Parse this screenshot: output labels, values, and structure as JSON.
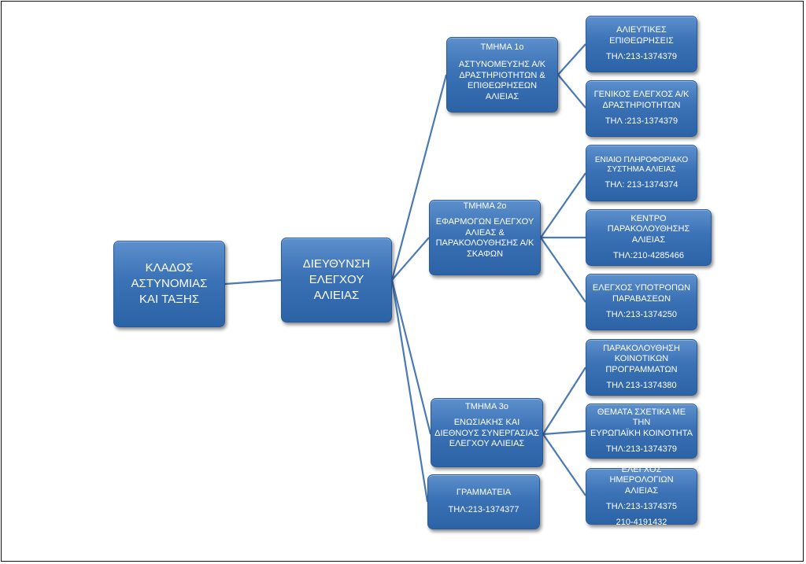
{
  "root": {
    "lines": [
      "ΚΛΑΔΟΣ",
      "ΑΣΤΥΝΟΜΙΑΣ",
      "ΚΑΙ ΤΑΞΗΣ"
    ]
  },
  "directorate": {
    "lines": [
      "ΔΙΕΥΘΥΝΣΗ",
      "ΕΛΕΓΧΟΥ",
      "ΑΛΙΕΙΑΣ"
    ]
  },
  "departments": [
    {
      "title": "ΤΜΗΜΑ 1ο",
      "lines": [
        "ΑΣΤΥΝΟΜΕΥΣΗΣ Α/Κ",
        "ΔΡΑΣΤΗΡΙΟΤΗΤΩΝ &",
        "ΕΠΙΘΕΩΡΗΣΕΩΝ ΑΛΙΕΙΑΣ"
      ]
    },
    {
      "title": "ΤΜΗΜΑ 2ο",
      "lines": [
        "ΕΦΑΡΜΟΓΩΝ ΕΛΕΓΧΟΥ",
        "ΑΛΙΕΑΣ &",
        "ΠΑΡΑΚΟΛΟΥΘΗΣΗΣ Α/Κ",
        "ΣΚΑΦΩΝ"
      ]
    },
    {
      "title": "ΤΜΗΜΑ 3ο",
      "lines": [
        "ΕΝΩΣΙΑΚΗΣ ΚΑΙ",
        "ΔΙΕΘΝΟΥΣ ΣΥΝΕΡΓΑΣΙΑΣ",
        "ΕΛΕΓΧΟΥ ΑΛΙΕΙΑΣ"
      ]
    },
    {
      "title": "ΓΡΑΜΜΑΤΕΙΑ",
      "phone": "ΤΗΛ:213-1374377"
    }
  ],
  "sections": [
    {
      "lines": [
        "ΑΛΙΕΥΤΙΚΕΣ",
        "ΕΠΙΘΕΩΡΗΣΕΙΣ"
      ],
      "phone": "ΤΗΛ:213-1374379"
    },
    {
      "lines": [
        "ΓΕΝΙΚΟΣ ΕΛΕΓΧΟΣ Α/Κ",
        "ΔΡΑΣΤΗΡΙΟΤΗΤΩΝ"
      ],
      "phone": "ΤΗΛ :213-1374379"
    },
    {
      "lines": [
        "ΕΝΙΑΙΟ ΠΛΗΡΟΦΟΡΙΑΚΟ",
        "ΣΥΣΤΗΜΑ ΑΛΙΕΙΑΣ"
      ],
      "phone": "ΤΗΛ: 213-1374374"
    },
    {
      "lines": [
        "ΚΕΝΤΡΟ ΠΑΡΑΚΟΛΟΥΘΗΣΗΣ",
        "ΑΛΙΕΙΑΣ"
      ],
      "phone": "ΤΗΛ:210-4285466"
    },
    {
      "lines": [
        "ΕΛΕΓΧΟΣ ΥΠΟΤΡΟΠΩΝ",
        "ΠΑΡΑΒΑΣΕΩΝ"
      ],
      "phone": "ΤΗΛ:213-1374250"
    },
    {
      "lines": [
        "ΠΑΡΑΚΟΛΟΥΘΗΣΗ",
        "ΚΟΙΝΟΤΙΚΩΝ",
        "ΠΡΟΓΡΑΜΜΑΤΩΝ"
      ],
      "phone": "ΤΗΛ 213-1374380"
    },
    {
      "lines": [
        "ΘΕΜΑΤΑ ΣΧΕΤΙΚΑ ΜΕ ΤΗΝ",
        "ΕΥΡΩΠΑΪΚΗ ΚΟΙΝΟΤΗΤΑ"
      ],
      "phone": "ΤΗΛ:213-1374379"
    },
    {
      "lines": [
        "ΕΛΕΓΧΟΣ ΗΜΕΡΟΛΟΓΙΩΝ",
        "ΑΛΙΕΙΑΣ"
      ],
      "phone": "ΤΗΛ:213-1374375",
      "phone2": "210-4191432"
    }
  ],
  "colors": {
    "node_fill": "#3b72b6",
    "node_border": "#2a5a96",
    "connector": "#4a7ab4",
    "text": "#ffffff"
  }
}
